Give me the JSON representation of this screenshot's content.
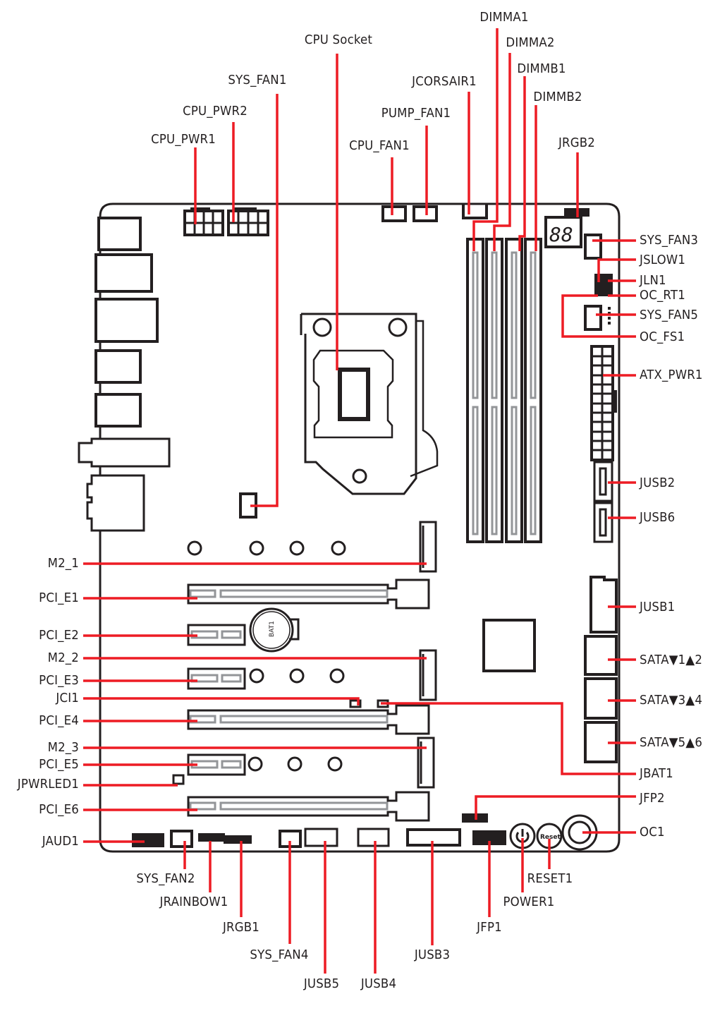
{
  "diagram": {
    "title": "Motherboard layout overview",
    "colors": {
      "outline": "#231f20",
      "leader": "#ed1c24",
      "slot_inner": "#939598",
      "background": "#ffffff"
    },
    "labels": {
      "cpu_socket": "CPU Socket",
      "sys_fan1": "SYS_FAN1",
      "cpu_pwr2": "CPU_PWR2",
      "cpu_pwr1": "CPU_PWR1",
      "cpu_fan1": "CPU_FAN1",
      "pump_fan1": "PUMP_FAN1",
      "jcorsair1": "JCORSAIR1",
      "dimma1": "DIMMA1",
      "dimma2": "DIMMA2",
      "dimmb1": "DIMMB1",
      "dimmb2": "DIMMB2",
      "jrgb2": "JRGB2",
      "sys_fan3": "SYS_FAN3",
      "jslow1": "JSLOW1",
      "jln1": "JLN1",
      "oc_rt1": "OC_RT1",
      "sys_fan5": "SYS_FAN5",
      "oc_fs1": "OC_FS1",
      "atx_pwr1": "ATX_PWR1",
      "jusb2": "JUSB2",
      "jusb6": "JUSB6",
      "jusb1": "JUSB1",
      "sata12": "SATA▼1▲2",
      "sata34": "SATA▼3▲4",
      "sata56": "SATA▼5▲6",
      "jbat1": "JBAT1",
      "jfp2": "JFP2",
      "oc1": "OC1",
      "reset1": "RESET1",
      "power1": "POWER1",
      "jfp1": "JFP1",
      "jusb3": "JUSB3",
      "jusb4": "JUSB4",
      "jusb5": "JUSB5",
      "sys_fan4": "SYS_FAN4",
      "jrgb1": "JRGB1",
      "jrainbow1": "JRAINBOW1",
      "sys_fan2": "SYS_FAN2",
      "jaud1": "JAUD1",
      "pci_e6": "PCI_E6",
      "jpwrled1": "JPWRLED1",
      "pci_e5": "PCI_E5",
      "m2_3": "M2_3",
      "pci_e4": "PCI_E4",
      "jci1": "JCI1",
      "pci_e3": "PCI_E3",
      "m2_2": "M2_2",
      "pci_e2": "PCI_E2",
      "pci_e1": "PCI_E1",
      "m2_1": "M2_1"
    },
    "component_text": {
      "battery": "BAT1",
      "debug_led": "88",
      "reset_button": "Reset"
    }
  }
}
